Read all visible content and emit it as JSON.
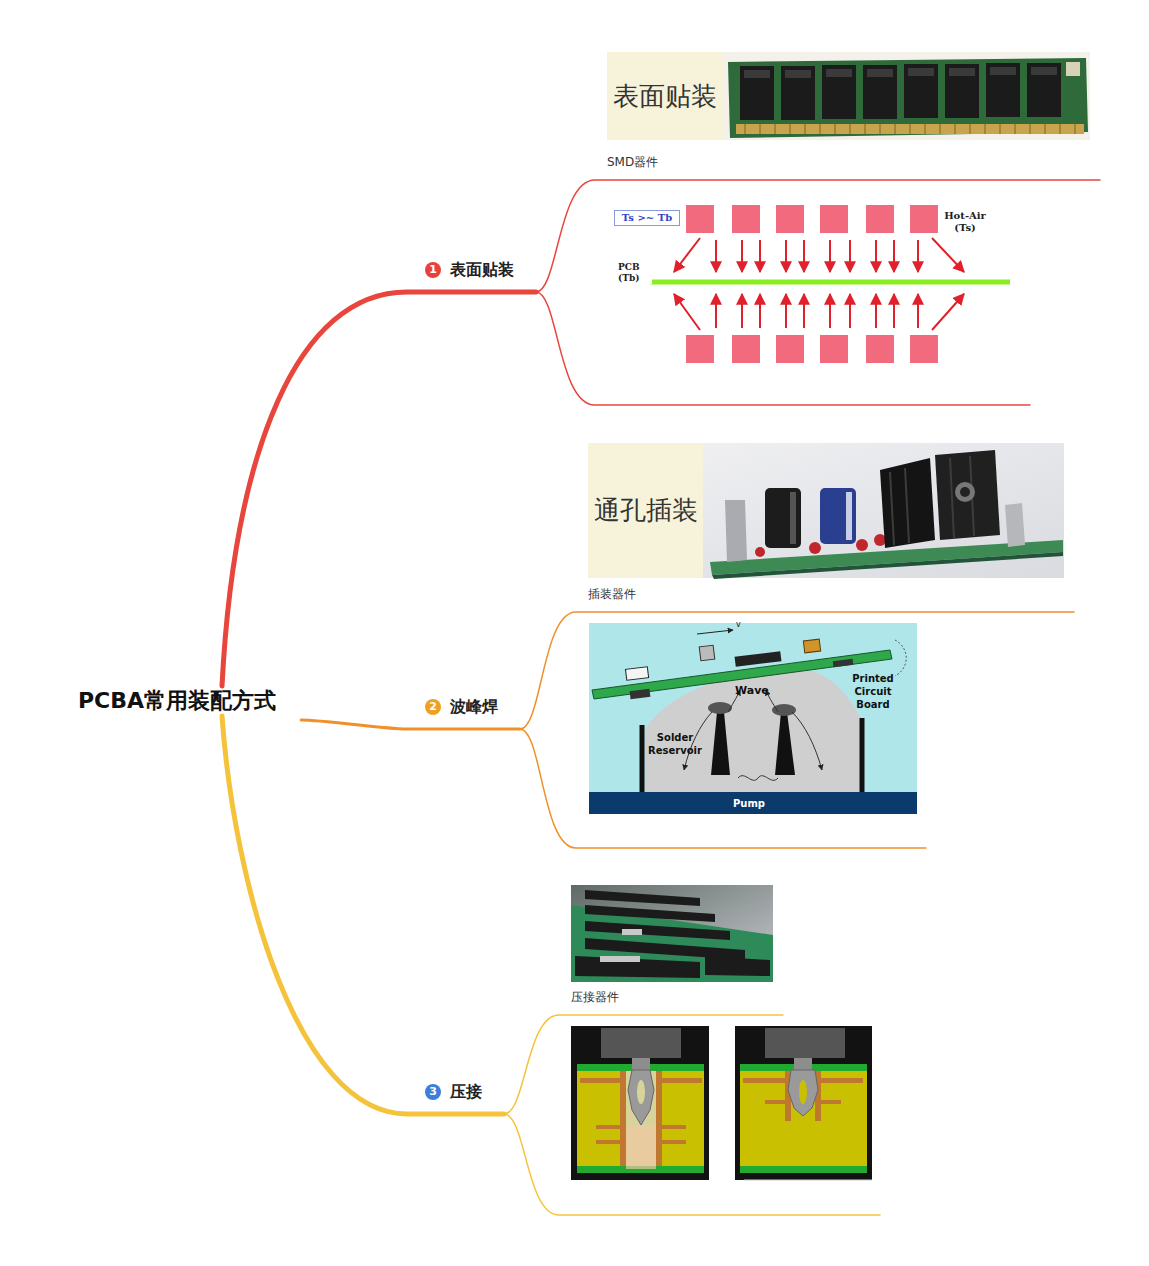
{
  "diagram": {
    "nodes": [
      {
        "text": [
          "PCBA常用装配方式"
        ]
      },
      {
        "text": [
          "1",
          "表面贴装"
        ]
      },
      {
        "text": [
          "2",
          "波峰焊"
        ]
      },
      {
        "text": [
          "3",
          "压接"
        ]
      },
      {
        "text": [
          "表面贴装",
          "SMD器件"
        ]
      },
      {
        "text": [
          "通孔插装",
          "插装器件"
        ]
      },
      {
        "text": [
          "压接器件"
        ]
      }
    ],
    "edges": [
      {
        "from": 0,
        "to": 1,
        "arrow": "none"
      },
      {
        "from": 0,
        "to": 2,
        "arrow": "none"
      },
      {
        "from": 0,
        "to": 3,
        "arrow": "none"
      },
      {
        "from": 1,
        "to": 4,
        "arrow": "none"
      },
      {
        "from": 2,
        "to": 5,
        "arrow": "none"
      },
      {
        "from": 3,
        "to": 6,
        "arrow": "none"
      }
    ],
    "labels": [
      "Ts >~ Tb",
      "Hot-Air (Ts)",
      "PCB (Tb)",
      "v",
      "Wave",
      "Printed Circuit Board",
      "Solder Reservoir",
      "Pump"
    ]
  }
}
